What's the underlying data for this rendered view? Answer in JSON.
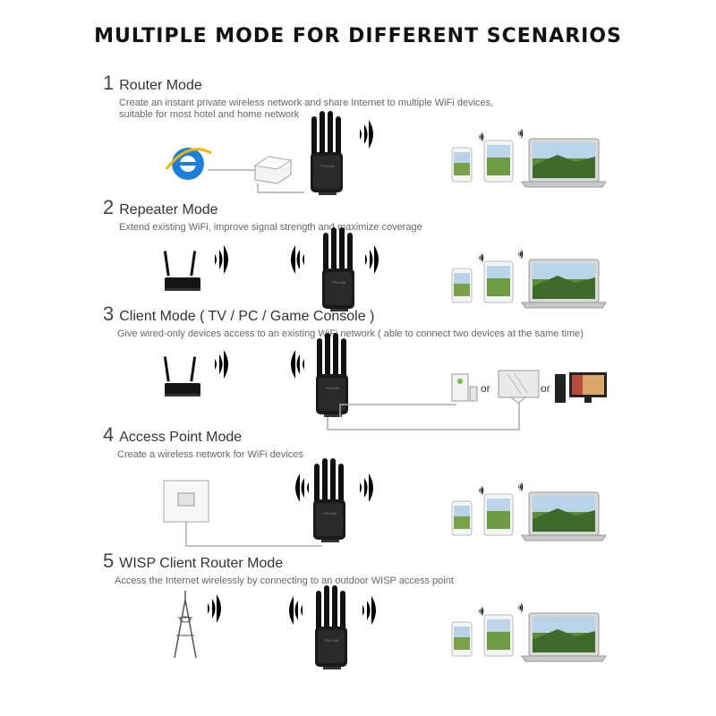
{
  "title": "MULTIPLE MODE FOR DIFFERENT SCENARIOS",
  "modes": [
    {
      "num": "1",
      "name": "Router Mode",
      "desc_lines": [
        "Create an instant private wireless network and share Internet to multiple WiFi devices,",
        "suitable for most hotel and home network"
      ]
    },
    {
      "num": "2",
      "name": "Repeater Mode",
      "desc_lines": [
        "Extend existing WiFi, improve signal strength and maximize coverage"
      ]
    },
    {
      "num": "3",
      "name": "Client Mode ( TV / PC / Game Console )",
      "desc_lines": [
        "Give wired-only devices access to an existing WiFi network ( able to connect two devices at the same time)"
      ]
    },
    {
      "num": "4",
      "name": "Access Point Mode",
      "desc_lines": [
        "Create a wireless network for WiFi devices"
      ]
    },
    {
      "num": "5",
      "name": "WISP Client Router Mode",
      "desc_lines": [
        "Access the Internet wirelessly by connecting to an outdoor WISP access point"
      ]
    }
  ],
  "or_labels": [
    "or",
    "or"
  ],
  "colors": {
    "wifi": "#2b8fe0",
    "device": "#111111",
    "title": "#111111"
  },
  "icons": [
    "internet-explorer-icon",
    "modem-icon",
    "router-icon",
    "wall-socket-icon",
    "wisp-tower-icon",
    "wifi-extender-icon",
    "phone-icon",
    "tablet-icon",
    "laptop-icon",
    "game-console-icon",
    "tv-icon",
    "pc-icon"
  ]
}
